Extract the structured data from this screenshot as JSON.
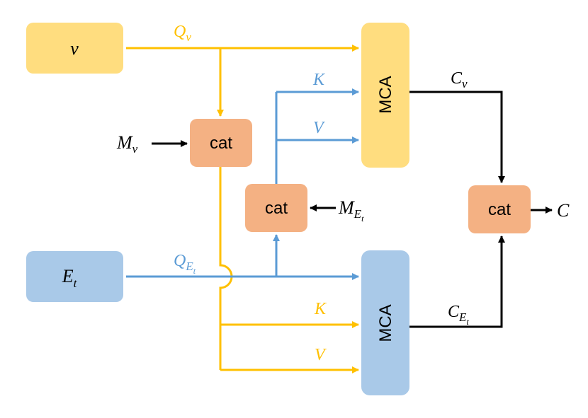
{
  "colors": {
    "yellow_box": "#FFDD7F",
    "yellow_line": "#FFC000",
    "blue_box": "#A9C9E8",
    "blue_line": "#5B9BD5",
    "cat_box": "#F4B183",
    "black": "#000000"
  },
  "inputs": {
    "v": {
      "main": "v"
    },
    "e": {
      "main": "E",
      "sub": "t"
    }
  },
  "blocks": {
    "mca_top": "MCA",
    "mca_bottom": "MCA",
    "cat_yellow": "cat",
    "cat_blue": "cat",
    "cat_out": "cat"
  },
  "labels": {
    "q_v": {
      "main": "Q",
      "sub": "v"
    },
    "q_e": {
      "main": "Q",
      "sub": "E",
      "subsub": "t"
    },
    "k_top": "K",
    "v_top": "V",
    "k_bottom": "K",
    "v_bottom": "V",
    "m_v": {
      "main": "M",
      "sub": "v"
    },
    "m_e": {
      "main": "M",
      "sub": "E",
      "subsub": "t"
    },
    "c_v": {
      "main": "C",
      "sub": "v"
    },
    "c_e": {
      "main": "C",
      "sub": "E",
      "subsub": "t"
    },
    "c_out": "C"
  }
}
